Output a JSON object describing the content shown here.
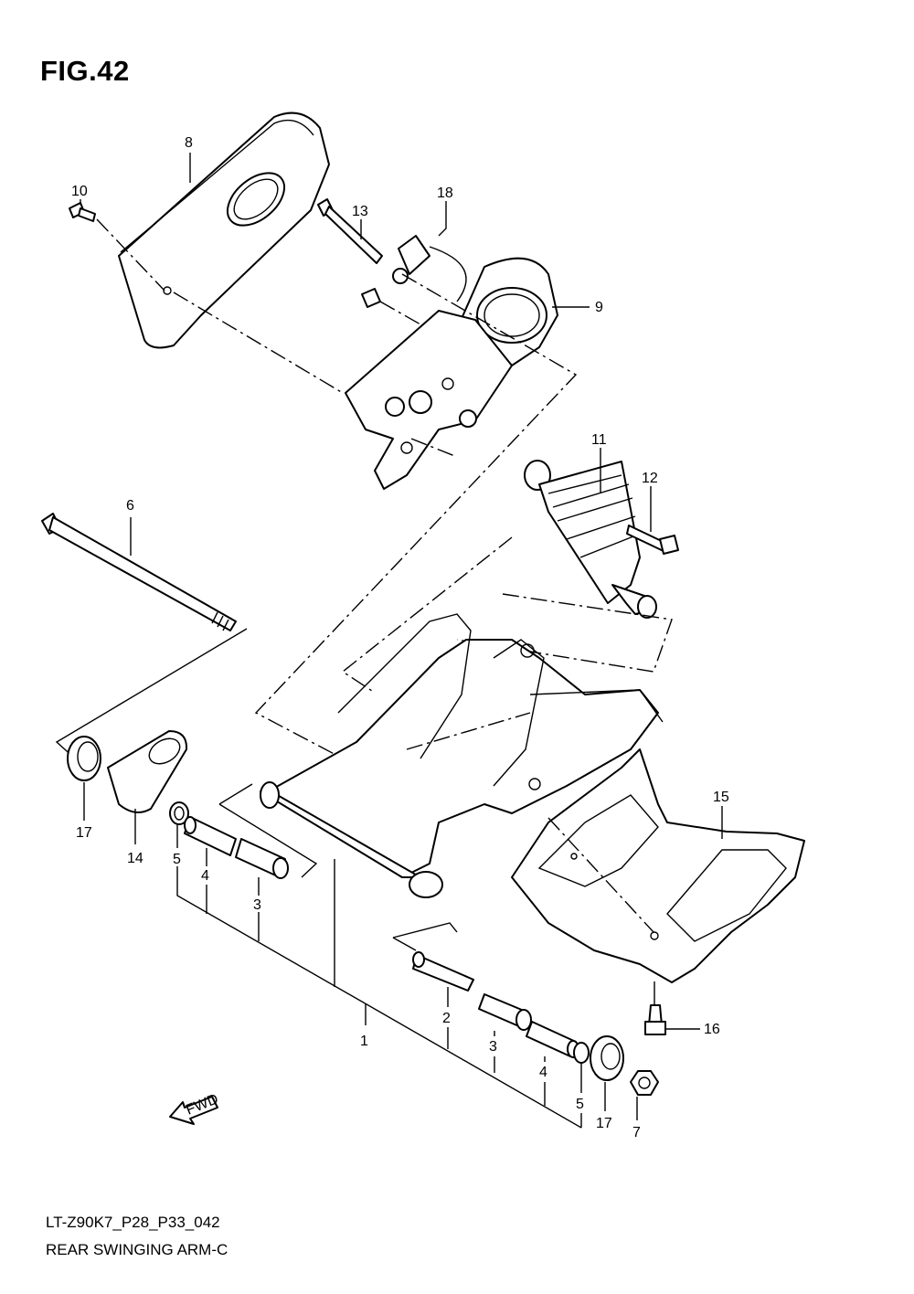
{
  "figure": {
    "title": "FIG.42"
  },
  "footer": {
    "code": "LT-Z90K7_P28_P33_042",
    "name": "REAR SWINGING ARM-C"
  },
  "fwd_label": "FWD",
  "callouts": [
    {
      "id": "c8",
      "text": "8"
    },
    {
      "id": "c10",
      "text": "10"
    },
    {
      "id": "c13",
      "text": "13"
    },
    {
      "id": "c18",
      "text": "18"
    },
    {
      "id": "c9",
      "text": "9"
    },
    {
      "id": "c11",
      "text": "11"
    },
    {
      "id": "c12",
      "text": "12"
    },
    {
      "id": "c6",
      "text": "6"
    },
    {
      "id": "c15",
      "text": "15"
    },
    {
      "id": "c17a",
      "text": "17"
    },
    {
      "id": "c14",
      "text": "14"
    },
    {
      "id": "c5a",
      "text": "5"
    },
    {
      "id": "c4a",
      "text": "4"
    },
    {
      "id": "c3a",
      "text": "3"
    },
    {
      "id": "c1",
      "text": "1"
    },
    {
      "id": "c2",
      "text": "2"
    },
    {
      "id": "c3b",
      "text": "3"
    },
    {
      "id": "c4b",
      "text": "4"
    },
    {
      "id": "c5b",
      "text": "5"
    },
    {
      "id": "c17b",
      "text": "17"
    },
    {
      "id": "c7",
      "text": "7"
    },
    {
      "id": "c16",
      "text": "16"
    }
  ]
}
